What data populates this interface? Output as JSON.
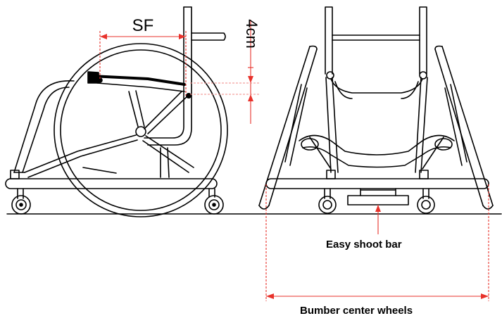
{
  "labels": {
    "seat_front": "SF",
    "height_offset": "4cm",
    "easy_shoot_bar": "Easy shoot bar",
    "bumper_center_wheels": "Bumber center wheels"
  },
  "colors": {
    "line": "#000000",
    "dimension": "#e8322b",
    "dimension_faint": "#f08a85",
    "background": "#ffffff"
  },
  "views": [
    "side-view",
    "front-view"
  ]
}
